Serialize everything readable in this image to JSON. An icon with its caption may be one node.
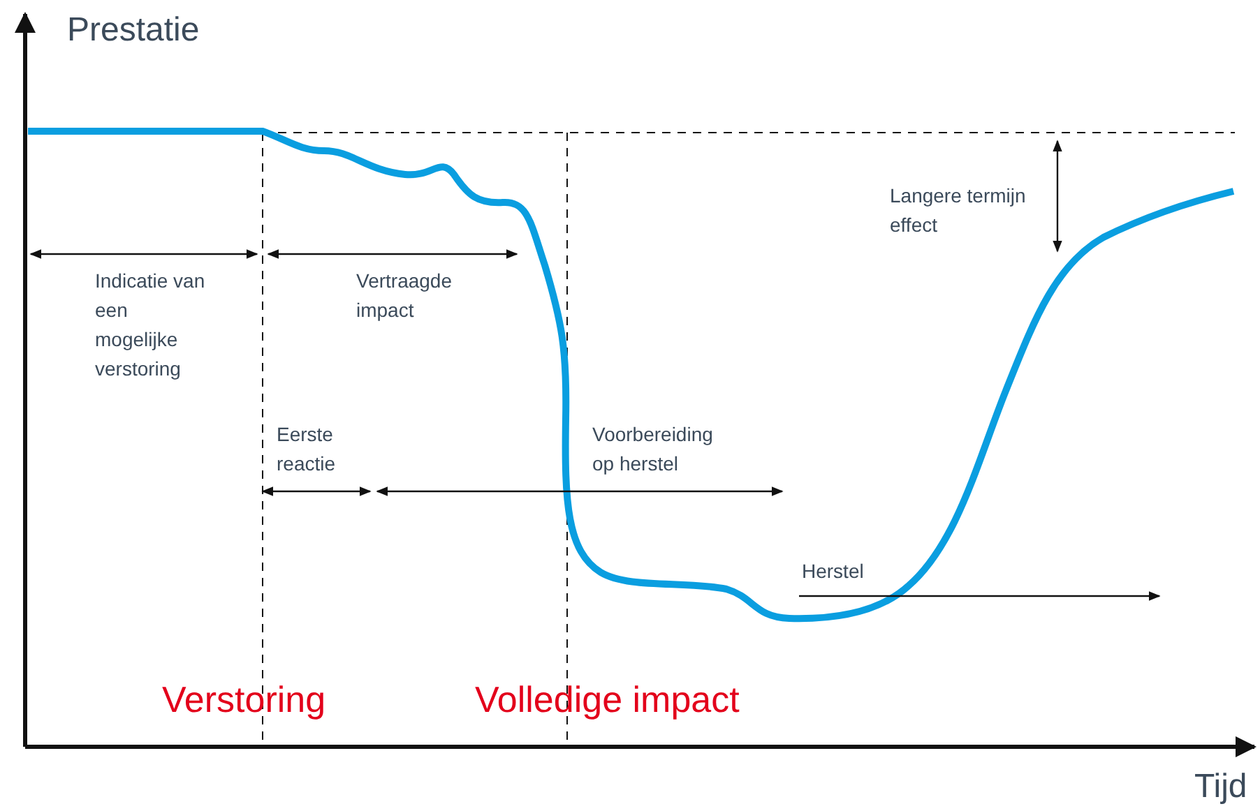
{
  "diagram": {
    "labels": [
      "Prestatie",
      "Langere termijn effect",
      "Indicatie van een mogelijke verstoring",
      "Vertraagde impact",
      "Eerste reactie",
      "Voorbereiding op herstel",
      "Herstel",
      "Verstoring",
      "Volledige impact",
      "Tijd"
    ]
  }
}
